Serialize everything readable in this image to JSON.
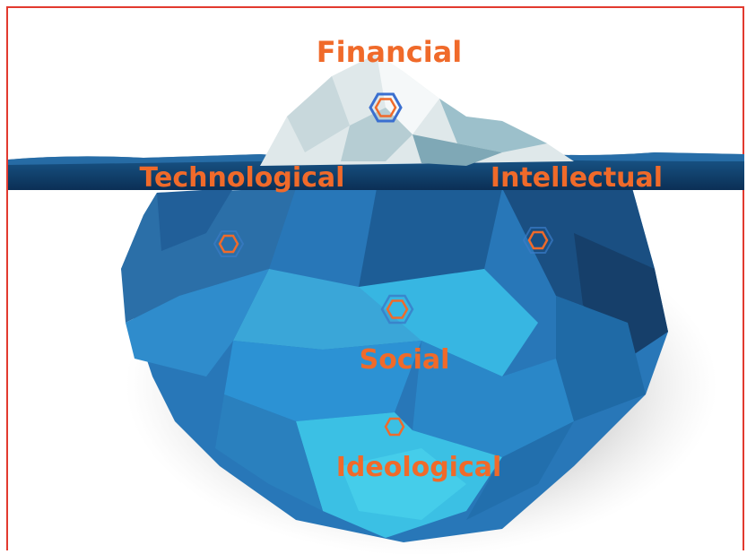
{
  "layers": {
    "financial": "Financial",
    "technological": "Technological",
    "intellectual": "Intellectual",
    "social": "Social",
    "ideological": "Ideological"
  },
  "colors": {
    "label": "#f06a2a",
    "frame": "#e23a2f",
    "water": "#0e3f6e",
    "ice_tip": "#e8eef0",
    "ice_body": "#2f8ac4",
    "ice_light": "#3cc6e6"
  },
  "icons": [
    "hexagon-icon",
    "hexagon-icon",
    "hexagon-icon",
    "hexagon-icon",
    "hexagon-icon"
  ]
}
